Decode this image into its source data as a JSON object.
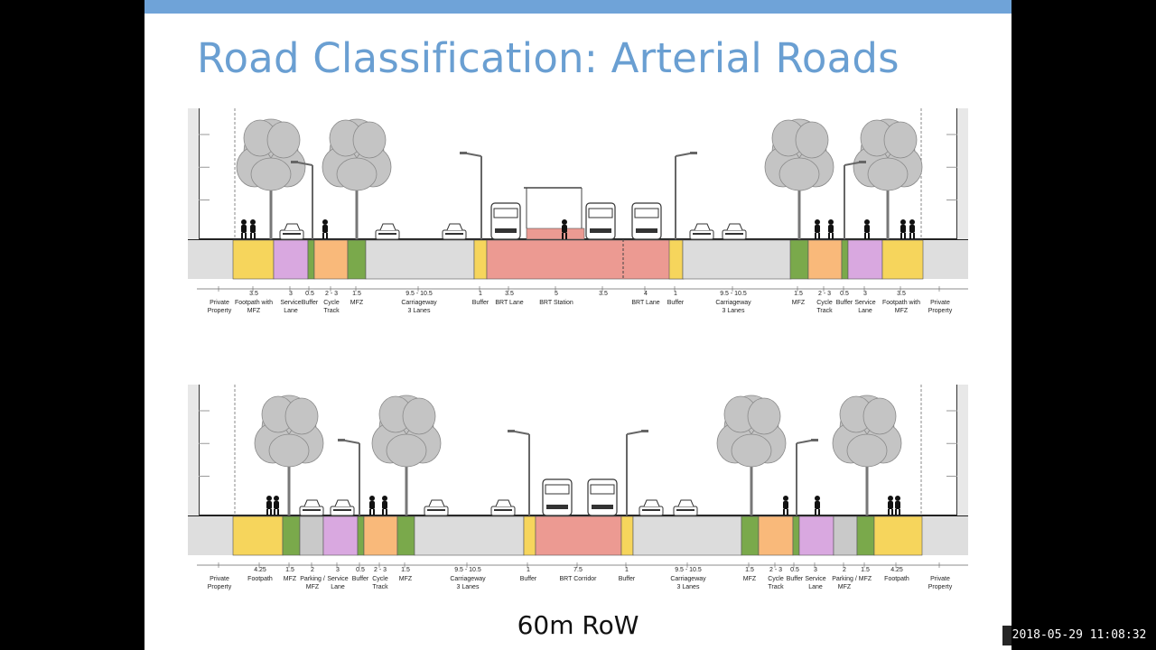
{
  "slide": {
    "title": "Road Classification: Arterial Roads",
    "subtitle": "60m RoW"
  },
  "timestamp": "2018-05-29 11:08:32",
  "colors": {
    "accent_bar": "#6fa3d8",
    "title": "#6a9fd2",
    "footpath": "#f6d55c",
    "service_lane": "#d9a8e0",
    "mfz": "#7aa94b",
    "cycle_track": "#f9b97a",
    "brt": "#ec9a92",
    "parking": "#c9c9c9",
    "carriageway": "#dcdcdc"
  },
  "sections": [
    {
      "id": "section-top",
      "labels": [
        {
          "dim": "",
          "name": [
            "Private",
            "Property"
          ]
        },
        {
          "dim": "3.5",
          "name": [
            "Footpath with",
            "MFZ"
          ]
        },
        {
          "dim": "3",
          "name": [
            "Service",
            "Lane"
          ]
        },
        {
          "dim": "0.5",
          "name": [
            "Buffer"
          ]
        },
        {
          "dim": "2 - 3",
          "name": [
            "Cycle",
            "Track"
          ]
        },
        {
          "dim": "1.5",
          "name": [
            "MFZ"
          ]
        },
        {
          "dim": "9.5 - 10.5",
          "name": [
            "Carriageway",
            "3 Lanes"
          ]
        },
        {
          "dim": "1",
          "name": [
            "Buffer"
          ]
        },
        {
          "dim": "3.5",
          "name": [
            "BRT Lane"
          ]
        },
        {
          "dim": "5",
          "name": [
            "BRT Station"
          ]
        },
        {
          "dim": "3.5",
          "name": [
            ""
          ]
        },
        {
          "dim": "4",
          "name": [
            "BRT Lane"
          ]
        },
        {
          "dim": "1",
          "name": [
            "Buffer"
          ]
        },
        {
          "dim": "9.5 - 10.5",
          "name": [
            "Carriageway",
            "3 Lanes"
          ]
        },
        {
          "dim": "1.5",
          "name": [
            "MFZ"
          ]
        },
        {
          "dim": "2 - 3",
          "name": [
            "Cycle",
            "Track"
          ]
        },
        {
          "dim": "0.5",
          "name": [
            "Buffer"
          ]
        },
        {
          "dim": "3",
          "name": [
            "Service",
            "Lane"
          ]
        },
        {
          "dim": "3.5",
          "name": [
            "Footpath with",
            "MFZ"
          ]
        },
        {
          "dim": "",
          "name": [
            "Private",
            "Property"
          ]
        }
      ]
    },
    {
      "id": "section-bottom",
      "labels": [
        {
          "dim": "",
          "name": [
            "Private",
            "Property"
          ]
        },
        {
          "dim": "4.25",
          "name": [
            "Footpath"
          ]
        },
        {
          "dim": "1.5",
          "name": [
            "MFZ"
          ]
        },
        {
          "dim": "2",
          "name": [
            "Parking /",
            "MFZ"
          ]
        },
        {
          "dim": "3",
          "name": [
            "Service",
            "Lane"
          ]
        },
        {
          "dim": "0.5",
          "name": [
            "Buffer"
          ]
        },
        {
          "dim": "2 - 3",
          "name": [
            "Cycle",
            "Track"
          ]
        },
        {
          "dim": "1.5",
          "name": [
            "MFZ"
          ]
        },
        {
          "dim": "9.5 - 10.5",
          "name": [
            "Carriageway",
            "3 Lanes"
          ]
        },
        {
          "dim": "1",
          "name": [
            "Buffer"
          ]
        },
        {
          "dim": "7.5",
          "name": [
            "BRT Corridor"
          ]
        },
        {
          "dim": "1",
          "name": [
            "Buffer"
          ]
        },
        {
          "dim": "9.5 - 10.5",
          "name": [
            "Carriageway",
            "3 Lanes"
          ]
        },
        {
          "dim": "1.5",
          "name": [
            "MFZ"
          ]
        },
        {
          "dim": "2 - 3",
          "name": [
            "Cycle",
            "Track"
          ]
        },
        {
          "dim": "0.5",
          "name": [
            "Buffer"
          ]
        },
        {
          "dim": "3",
          "name": [
            "Service",
            "Lane"
          ]
        },
        {
          "dim": "2",
          "name": [
            "Parking /",
            "MFZ"
          ]
        },
        {
          "dim": "1.5",
          "name": [
            "MFZ"
          ]
        },
        {
          "dim": "4.25",
          "name": [
            "Footpath"
          ]
        },
        {
          "dim": "",
          "name": [
            "Private",
            "Property"
          ]
        }
      ]
    }
  ]
}
